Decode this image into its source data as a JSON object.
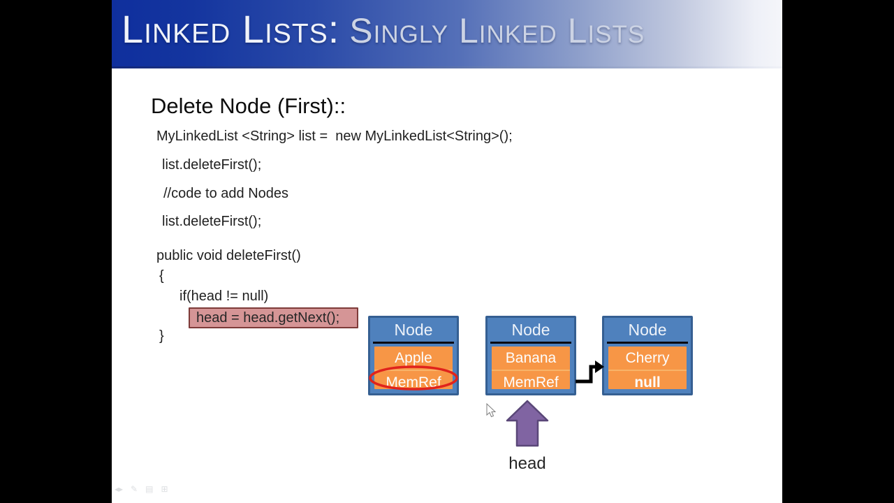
{
  "header": {
    "title_primary": "Linked Lists:",
    "title_secondary": "Singly Linked Lists"
  },
  "slide": {
    "heading": "Delete Node (First)::",
    "code_lines": [
      "MyLinkedList <String> list =  new MyLinkedList<String>();",
      "list.deleteFirst();",
      "//code to add Nodes",
      "list.deleteFirst();",
      "public void deleteFirst()",
      "{",
      "if(head != null)",
      "head = head.getNext();",
      "}"
    ]
  },
  "diagram": {
    "nodes": [
      {
        "title": "Node",
        "value": "Apple",
        "ref": "MemRef"
      },
      {
        "title": "Node",
        "value": "Banana",
        "ref": "MemRef"
      },
      {
        "title": "Node",
        "value": "Cherry",
        "ref": "null"
      }
    ],
    "head_label": "head"
  },
  "toolbar_hints": [
    "◂▸",
    "✎",
    "▤",
    "⊞"
  ],
  "colors": {
    "text_dark": "#1f1f1f",
    "node_blue": "#4f81bd",
    "node_border": "#355f92",
    "cell_orange": "#f79646",
    "cell_divider": "#f8b368",
    "highlight_fill": "#d59596",
    "highlight_border": "#7e3b39",
    "ellipse_red": "#e0231c",
    "arrow_purple": "#8064a2",
    "arrow_purple_border": "#5a4778"
  }
}
